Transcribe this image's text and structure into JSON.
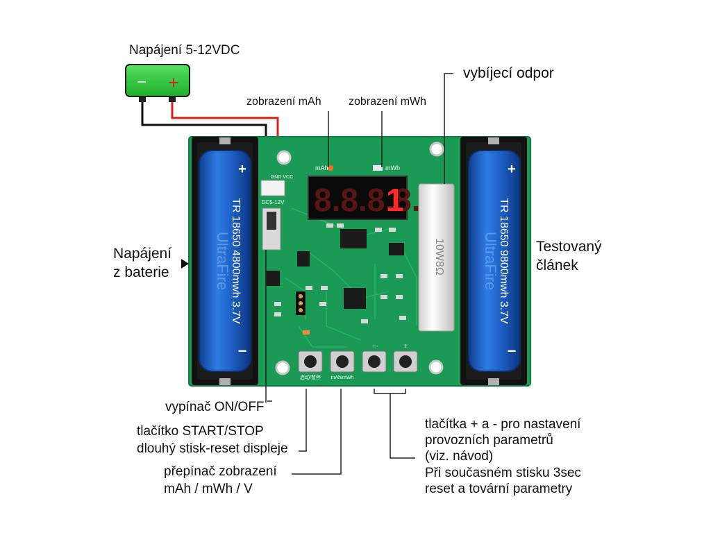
{
  "labels": {
    "power_supply": "Napájení 5-12VDC",
    "mah_display": "zobrazení mAh",
    "mwh_display": "zobrazení mWh",
    "discharge_resistor": "vybíjecí odpor",
    "battery_power": [
      "Napájení",
      "z baterie"
    ],
    "tested_cell": [
      "Testovaný",
      "článek"
    ],
    "onoff_switch": "vypínač ON/OFF",
    "start_stop": [
      "tlačítko START/STOP",
      "dlouhý stisk-reset displeje"
    ],
    "display_switch": [
      "přepínač zobrazení",
      "mAh / mWh / V"
    ],
    "plus_minus": [
      "tlačítka + a - pro nastavení",
      "provozních parametrů",
      "(viz. návod)",
      "Při současném stisku 3sec",
      "reset a tovární parametry"
    ]
  },
  "supply_box": {
    "minus": "−",
    "plus": "+"
  },
  "board": {
    "display_digits": "8.8.8.8.",
    "display_last": "1",
    "indicator_mah": "mAh",
    "indicator_mwh": "mWh",
    "connector_label": "DC5-12V",
    "connector_pins": "GND VCC",
    "resistor_text": "10W8Ω",
    "left_battery_text": "TR 18650 4800mwh 3.7V",
    "right_battery_text": "TR 18650 9800mwh 3.7V",
    "battery_brand": "UltraFire",
    "button_labels": [
      "启动/暂停",
      "mAh/mWh",
      "−",
      "+"
    ]
  },
  "colors": {
    "pcb": "#1a9a55",
    "battery_blue": "#1f63c9",
    "supply_green": "#2ecc40",
    "display_red": "#ff2a2a",
    "wire_red": "#d42020"
  }
}
